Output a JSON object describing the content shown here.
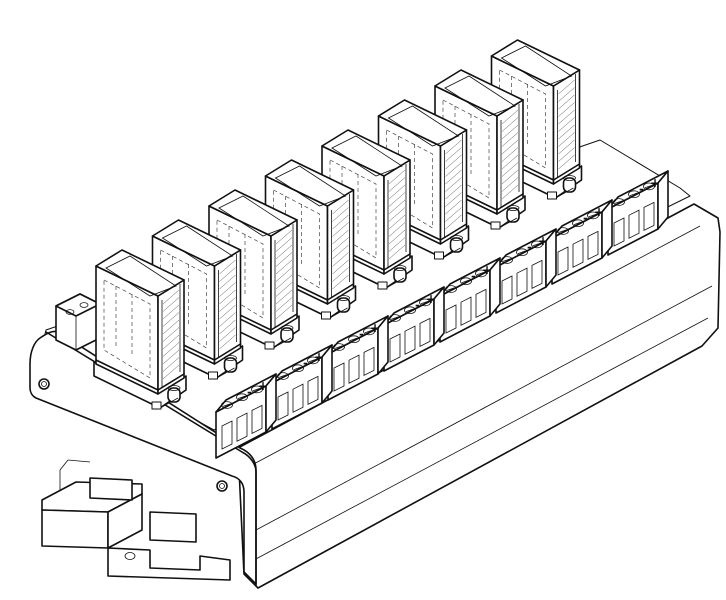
{
  "figure": {
    "subject": "relay-module-on-din-rail",
    "relays": 8,
    "terminal_blocks": 8,
    "terminal_symbols": [
      "-",
      "+"
    ],
    "colors": {
      "line": "#111111",
      "background": "#ffffff"
    },
    "icons": [
      "relay-icon",
      "terminal-block-icon",
      "led-icon",
      "screw-icon",
      "din-rail-icon"
    ]
  }
}
